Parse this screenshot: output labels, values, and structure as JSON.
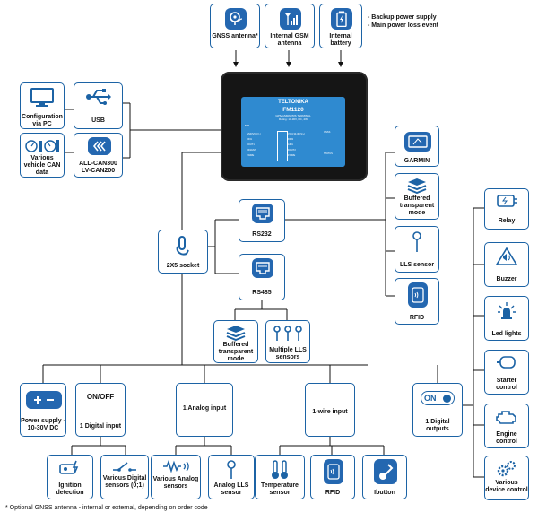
{
  "top": {
    "gnss": "GNSS antenna*",
    "gsm": "Internal GSM antenna",
    "battery": "Internal battery",
    "notes": [
      "- Backup power supply",
      "- Main power loss event"
    ]
  },
  "device": {
    "brand": "TELTONIKA",
    "model": "FM1120",
    "subtitle": "GPS/GSM/GPRS TERMINAL",
    "rating": "Rating: 10-30V, DC, 2W",
    "pins_left": [
      "GND(VCC)(-)",
      "DIN1",
      "DOUT1",
      "DIN2/AIN",
      "1WIRE"
    ],
    "pins_right": [
      "VCC(10-30V)(+)",
      "DIN3",
      "AIN1",
      "DOUT2",
      "1WIRE"
    ],
    "leds": [
      "GNSS",
      "STATUS"
    ],
    "sim": "SIM"
  },
  "left": {
    "config": "Configuration via PC",
    "usb": "USB",
    "vehicle": "Various vehicle CAN data",
    "can": "ALL-CAN300 LV-CAN200"
  },
  "socket": "2X5 socket",
  "rs232": "RS232",
  "rs485": "RS485",
  "rs485_children": {
    "buffered": "Buffered transparent mode",
    "lls": "Multiple LLS sensors"
  },
  "right_column": {
    "garmin": "GARMIN",
    "buffered": "Buffered transparent mode",
    "lls": "LLS sensor",
    "rfid": "RFID"
  },
  "outputs_column": {
    "relay": "Relay",
    "buzzer": "Buzzer",
    "led": "Led lights",
    "starter": "Starter control",
    "engine": "Engine control",
    "various": "Various device control"
  },
  "bottom": {
    "power": "Power supply - 10-30V DC",
    "onoff_title": "ON/OFF",
    "onoff_sub": "1 Digital input",
    "analog": "1 Analog input",
    "wire": "1-wire input",
    "digital_out_sub": "1 Digital outputs",
    "on_badge": "ON"
  },
  "children": {
    "ignition": "Ignition detection",
    "digital": "Various Digital sensors (0;1)",
    "analog_s": "Various Analog sensors",
    "analog_lls": "Analog LLS sensor",
    "temp": "Temperature sensor",
    "rfid": "RFID",
    "ibutton": "Ibutton"
  },
  "footnote": "* Optional GNSS antenna - internal or external, depending on order code"
}
